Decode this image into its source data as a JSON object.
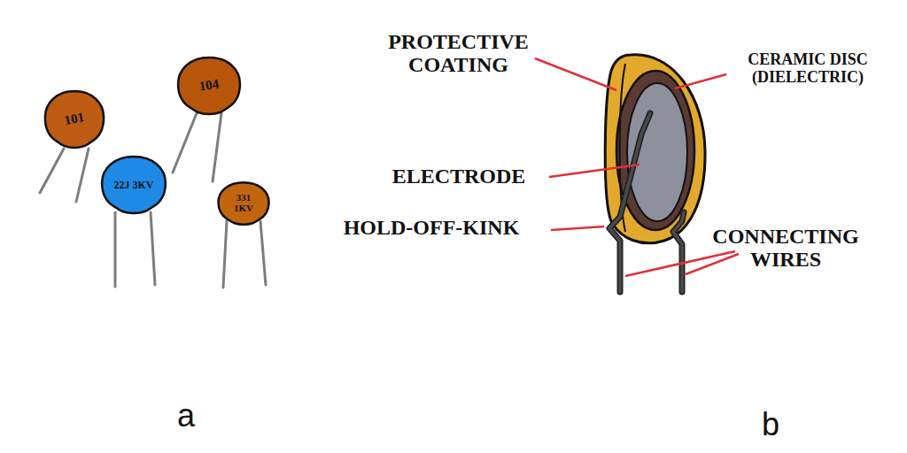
{
  "diagram": {
    "nodes": [
      {
        "text": [
          "101"
        ]
      },
      {
        "text": [
          "104"
        ]
      },
      {
        "text": [
          "22J 3KV"
        ]
      },
      {
        "text": [
          "331 1KV"
        ]
      }
    ],
    "labels": [
      "PROTECTIVE COATING",
      "CERAMIC DISC (DIELECTRIC)",
      "ELECTRODE",
      "HOLD-OFF-KINK",
      "CONNECTING WIRES",
      "a",
      "b"
    ]
  }
}
